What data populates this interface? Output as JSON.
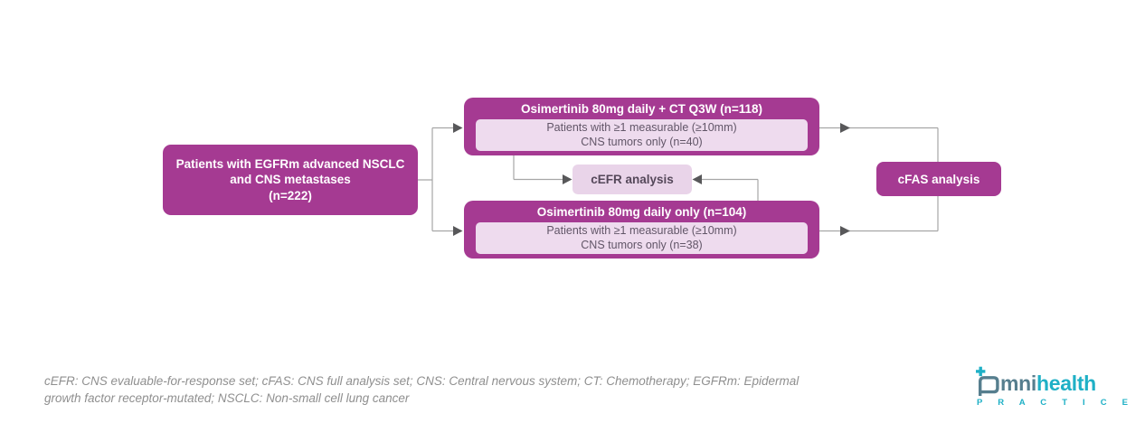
{
  "flowchart": {
    "patients": {
      "line1": "Patients with EGFRm advanced NSCLC",
      "line2": "and CNS metastases",
      "line3": "(n=222)"
    },
    "arm_top": {
      "title": "Osimertinib 80mg daily + CT Q3W (n=118)",
      "sub_line1": "Patients with ≥1 measurable (≥10mm)",
      "sub_line2": "CNS tumors only (n=40)"
    },
    "arm_bottom": {
      "title": "Osimertinib 80mg daily only (n=104)",
      "sub_line1": "Patients with ≥1 measurable (≥10mm)",
      "sub_line2": "CNS tumors only (n=38)"
    },
    "cefr_box": {
      "label": "cEFR analysis"
    },
    "cfas_box": {
      "label": "cFAS analysis"
    }
  },
  "footnote": {
    "line1": "cEFR: CNS evaluable-for-response set; cFAS: CNS full analysis set; CNS: Central nervous system; CT: Chemotherapy; EGFRm: Epidermal",
    "line2": "growth factor receptor-mutated; NSCLC: Non-small cell lung cancer"
  },
  "logo": {
    "word_start": "mni",
    "word_end": "health",
    "tagline": "P R A C T I C E"
  },
  "colors": {
    "magenta": "#a53a92",
    "inner_pink": "#eedbee",
    "cefr_pink": "#e9d4e9",
    "inner_text": "#625668",
    "connector_gray": "#a6a6a6",
    "arrow_gray": "#58585a",
    "footnote_gray": "#8f8f8f",
    "logo_slate": "#567e8e",
    "logo_cyan": "#1fb0c6"
  }
}
